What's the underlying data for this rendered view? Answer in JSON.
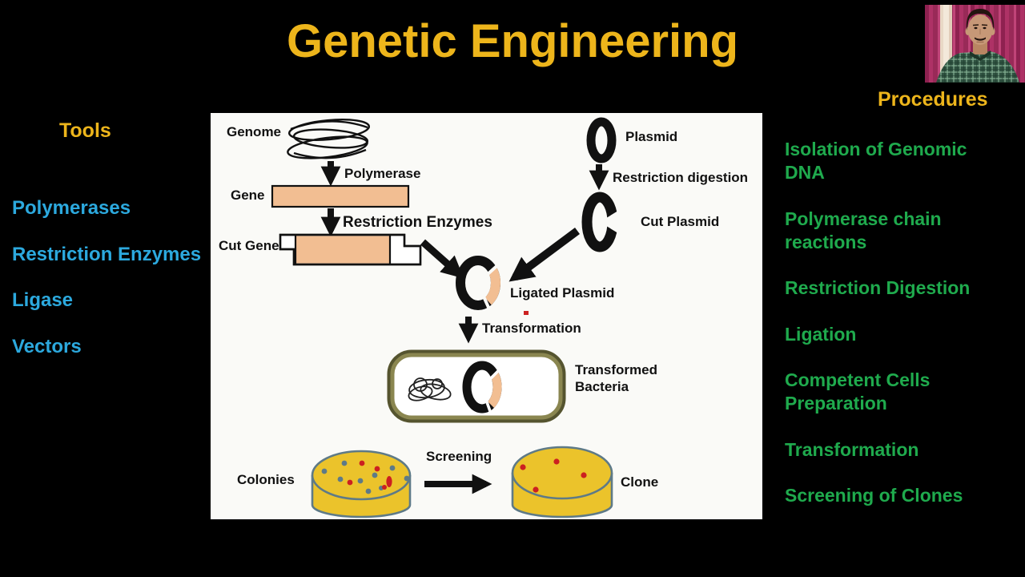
{
  "title": "Genetic Engineering",
  "tools_panel": {
    "heading": "Tools",
    "items": [
      "Polymerases",
      "Restriction Enzymes",
      "Ligase",
      "Vectors"
    ]
  },
  "procedures_panel": {
    "heading": "Procedures",
    "items": [
      "Isolation of Genomic DNA",
      "Polymerase chain reactions",
      "Restriction Digestion",
      "Ligation",
      "Competent Cells Preparation",
      "Transformation",
      "Screening of Clones"
    ]
  },
  "diagram": {
    "genome_label": "Genome",
    "polymerase_label": "Polymerase",
    "gene_label": "Gene",
    "restriction_enzymes_label": "Restriction Enzymes",
    "cut_gene_label": "Cut Gene",
    "plasmid_label": "Plasmid",
    "restriction_digestion_label": "Restriction digestion",
    "cut_plasmid_label": "Cut Plasmid",
    "ligated_plasmid_label": "Ligated Plasmid",
    "transformation_label": "Transformation",
    "transformed_bacteria_label": "Transformed\nBacteria",
    "colonies_label": "Colonies",
    "screening_label": "Screening",
    "clone_label": "Clone"
  },
  "colors": {
    "background": "#000000",
    "title_gold": "#EDB51B",
    "tools_blue": "#2CA9DE",
    "procedures_green": "#1FAA4D",
    "gene_peach": "#F2BE92",
    "dish_yellow": "#EBC32B",
    "dish_outline": "#5E7A87",
    "capsule_olive": "#8A8650",
    "colony_red": "#CC2020",
    "panel_white": "#FAFAF7"
  }
}
